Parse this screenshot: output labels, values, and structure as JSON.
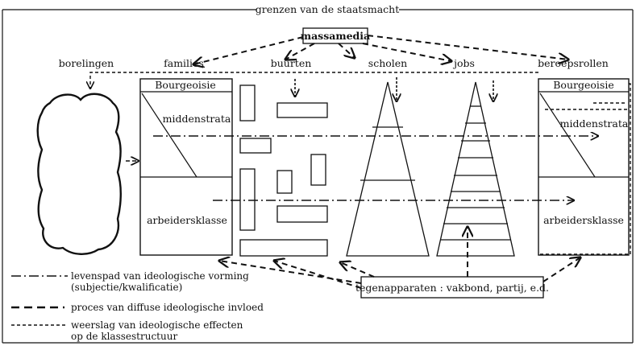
{
  "title": "grenzen van de staatsmacht",
  "media": "massamedia",
  "columns": {
    "borelingen": "borelingen",
    "families": "families",
    "buurten": "buurten",
    "scholen": "scholen",
    "jobs": "jobs",
    "beroepsrollen": "beroepsrollen"
  },
  "left_box": {
    "top": "Bourgeoisie",
    "middle": "middenstrata",
    "bottom": "arbeidersklasse"
  },
  "right_box": {
    "top": "Bourgeoisie",
    "middle": "middenstrata",
    "bottom": "arbeidersklasse"
  },
  "counter": "tegenapparaten : vakbond, partij, e.d.",
  "legend": {
    "item1_line1": "levenspad van ideologische vorming",
    "item1_line2": "(subjectie/kwalificatie)",
    "item2": "proces van diffuse ideologische invloed",
    "item3_line1": "weerslag van ideologische effecten",
    "item3_line2": "op de klassestructuur"
  }
}
